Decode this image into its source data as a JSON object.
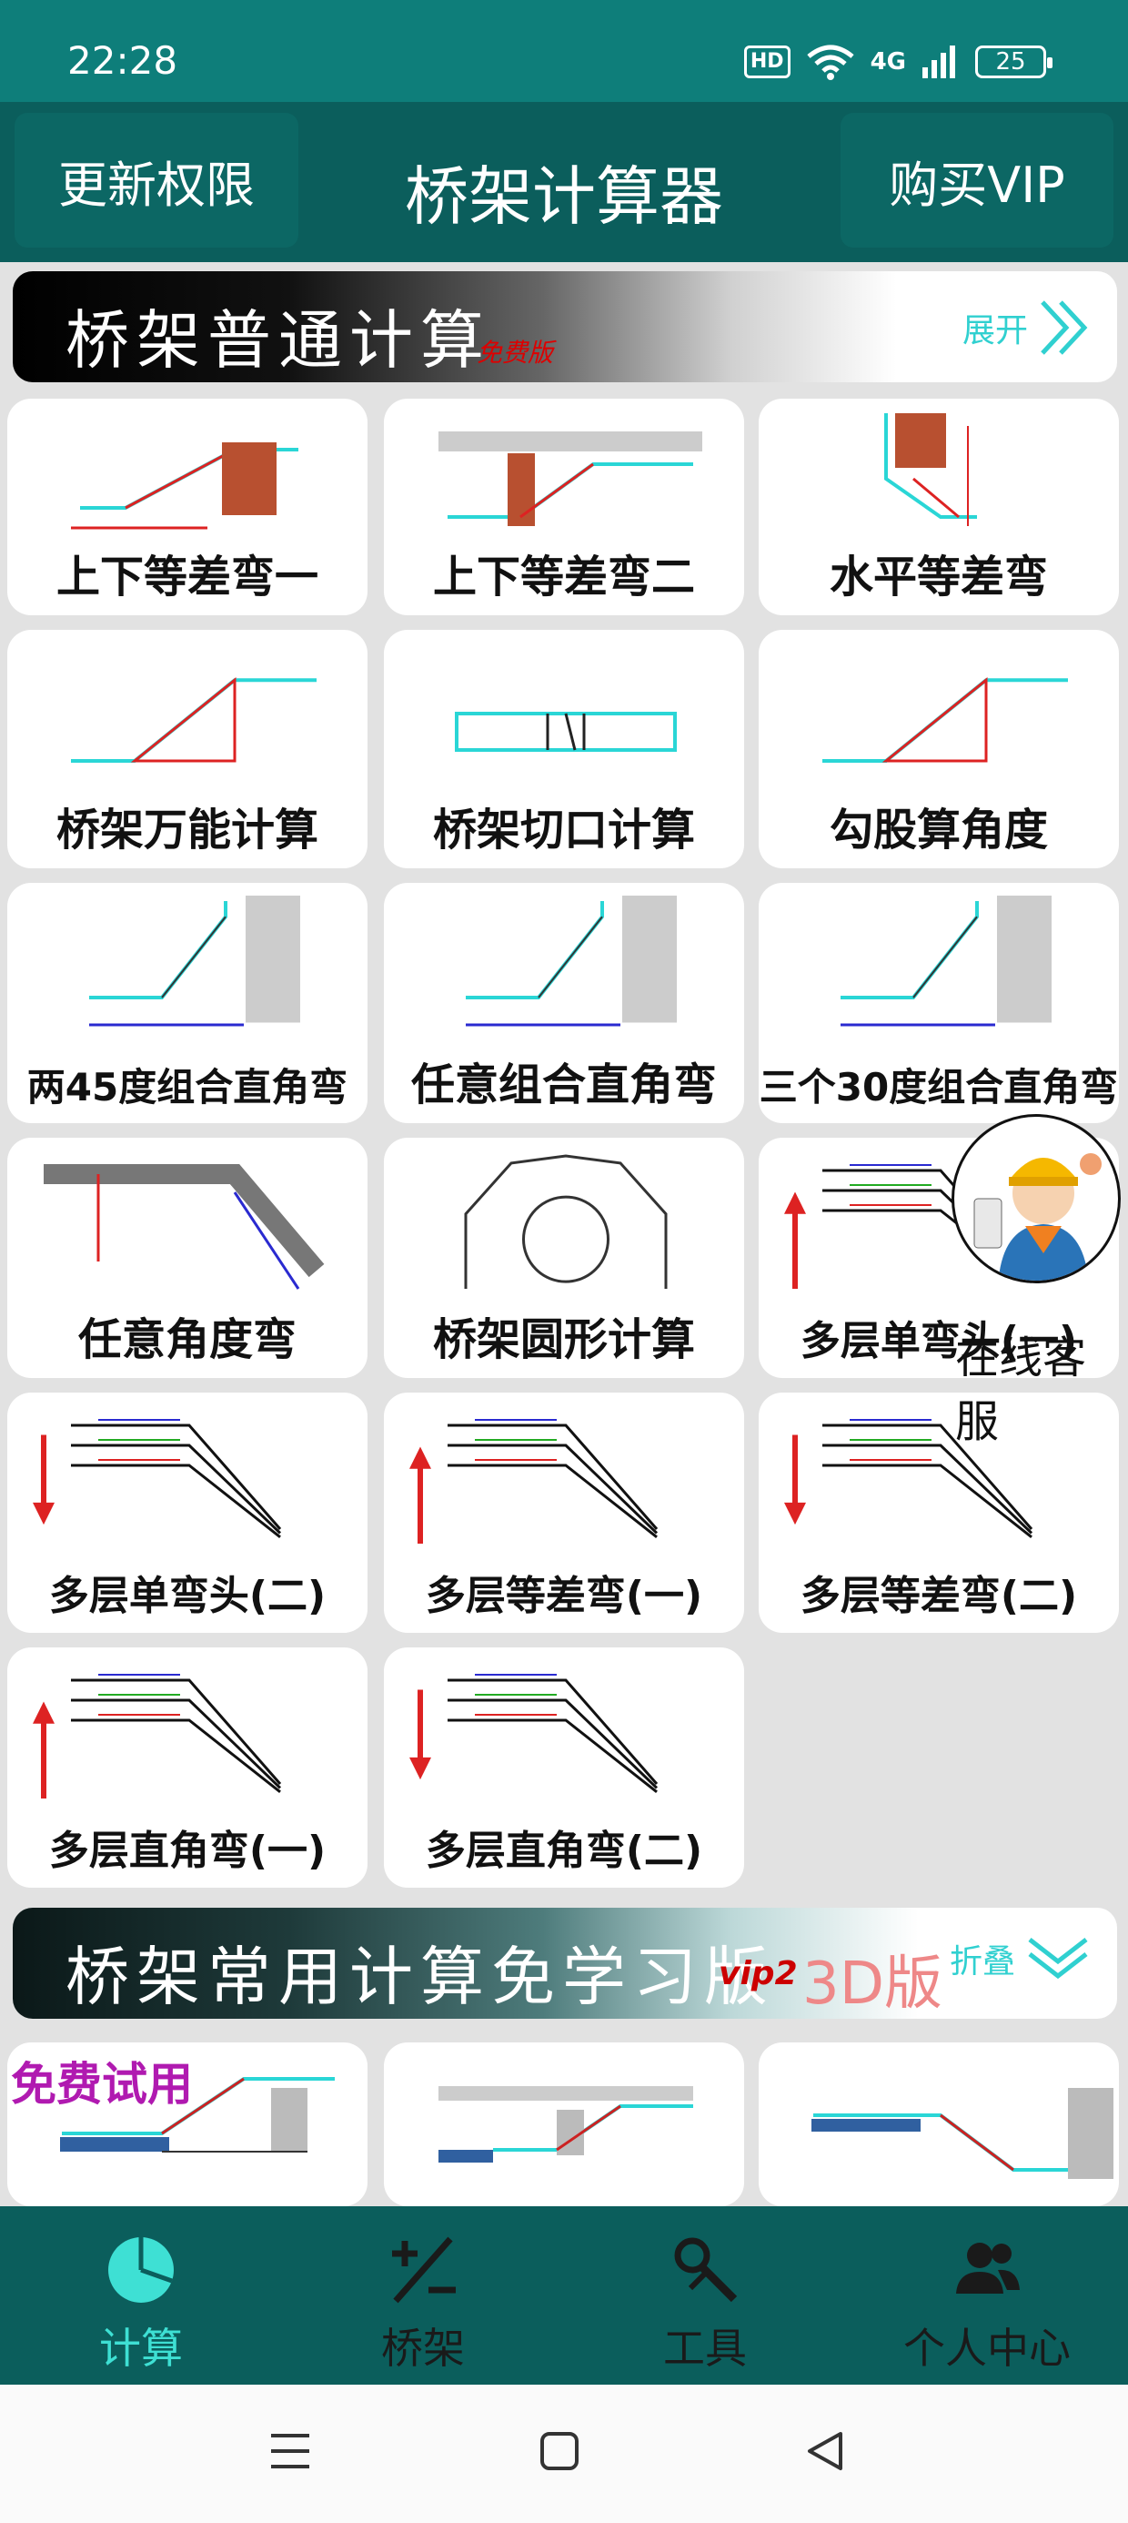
{
  "status": {
    "time": "22:28",
    "hd": "HD",
    "network": "4G",
    "battery": "25"
  },
  "appbar": {
    "left_button": "更新权限",
    "title": "桥架计算器",
    "right_button": "购买VIP"
  },
  "banner1": {
    "title": "桥架普通计算",
    "tag": "免费版",
    "action": "展开"
  },
  "cards": [
    "上下等差弯一",
    "上下等差弯二",
    "水平等差弯",
    "桥架万能计算",
    "桥架切口计算",
    "勾股算角度",
    "两45度组合直角弯",
    "任意组合直角弯",
    "三个30度组合直角弯",
    "任意角度弯",
    "桥架圆形计算",
    "多层单弯头(一)",
    "多层单弯头(二)",
    "多层等差弯(一)",
    "多层等差弯(二)",
    "多层直角弯(一)",
    "多层直角弯(二)"
  ],
  "banner2": {
    "title": "桥架常用计算免学习版",
    "vip": "vip2",
    "v3d": "3D版",
    "action": "折叠"
  },
  "trial": "免费试用",
  "service": "在线客服",
  "nav": [
    "计算",
    "桥架",
    "工具",
    "个人中心"
  ],
  "icons": {
    "nav": [
      "pie-chart-icon",
      "plus-minus-icon",
      "wrench-icon",
      "people-icon"
    ],
    "sys": [
      "menu-icon",
      "home-icon",
      "back-icon"
    ]
  },
  "colors": {
    "status_bar": "#0e7e7a",
    "app_bar": "#0b5e5c",
    "nav_active": "#3ee0d4",
    "diagram_cyan": "#2ad6d6"
  }
}
